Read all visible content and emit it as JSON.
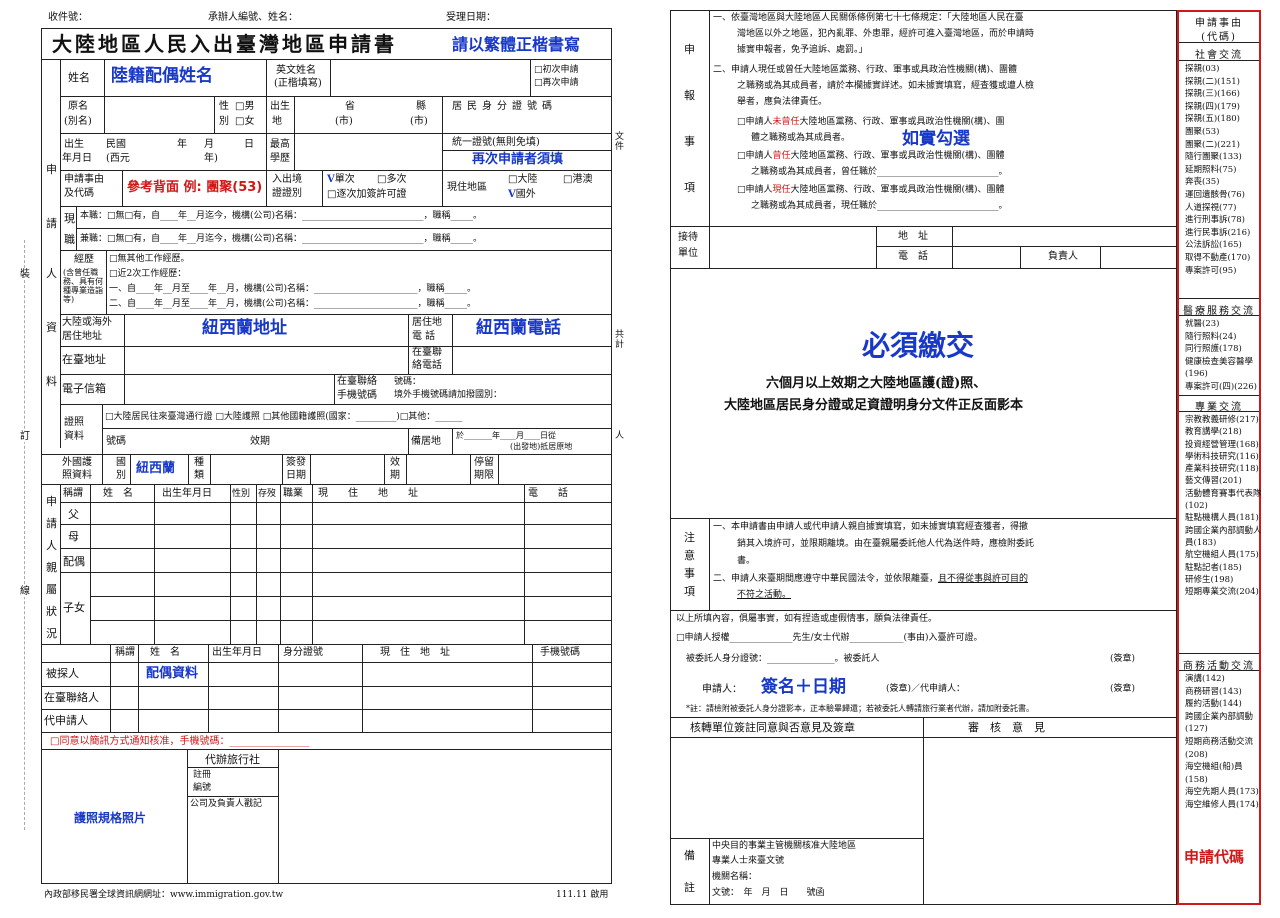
{
  "left": {
    "top_labels": [
      "收件號：",
      "承辦人編號、姓名：",
      "受理日期："
    ],
    "title": "大陸地區人民入出臺灣地區申請書",
    "title_note": "請以繁體正楷書寫",
    "name_label": "姓名",
    "name_fill": "陸籍配偶姓名",
    "en_name_label": "英文姓名",
    "en_name_sub": "(正楷填寫)",
    "first_apply": "□初次申請",
    "re_apply": "□再次申請",
    "orig_name": "原名",
    "alias": "(別名)",
    "gender1": "性",
    "gender2": "別",
    "male": "□男",
    "female": "□女",
    "birthplace1": "出生",
    "birthplace2": "地",
    "province": "省",
    "county": "縣",
    "city1": "(市)",
    "city2": "(市)",
    "id_no": "居民身分證號碼",
    "dob1": "出生",
    "dob2": "年月日",
    "roc": "民國",
    "western": "(西元",
    "year": "年",
    "month": "月",
    "day": "日",
    "year2": "年)",
    "edu1": "最高",
    "edu2": "學歷",
    "ubn": "統一證號(無則免填)",
    "ubn_note": "再次申請者須填",
    "reason1": "申請事由",
    "reason2": "及代碼",
    "reason_fill": "參考背面 例: 團聚(53)",
    "permit1": "入出境",
    "permit2": "證證別",
    "single": "單次",
    "multi": "□多次",
    "addperm": "□逐次加簽許可證",
    "residence": "現住地區",
    "mainland": "大陸",
    "hkmo": "□港澳",
    "abroad": "國外",
    "side_chars": [
      "申",
      "請",
      "人",
      "資",
      "料"
    ],
    "job1": "現",
    "job2": "職",
    "job_row1": "本職：□無□有，自____年__月迄今，機構(公司)名稱：___________________________，職稱_____。",
    "job_row2": "兼職：□無□有，自____年__月迄今，機構(公司)名稱：___________________________，職稱_____。",
    "exp_head": "經歷",
    "exp_sub": "(含曾任職\n務、具有何\n種專業造詣\n等)",
    "exp_none": "□無其他工作經歷。",
    "exp_recent": "□近2次工作經歷：",
    "exp_row1": "一、自____年__月至____年__月，機構(公司)名稱：_______________________，職稱_____。",
    "exp_row2": "二、自____年__月至____年__月，機構(公司)名稱：_______________________，職稱_____。",
    "addr_abroad1": "大陸或海外",
    "addr_abroad2": "居住地址",
    "addr_fill": "紐西蘭地址",
    "phone_label1": "居住地",
    "phone_label2": "電  話",
    "phone_fill": "紐西蘭電話",
    "tw_addr": "在臺地址",
    "tw_phone1": "在臺聯",
    "tw_phone2": "絡電話",
    "email": "電子信箱",
    "tw_mobile1": "在臺聯絡",
    "tw_mobile2": "手機號碼",
    "mobile_no": "號碼：",
    "mobile_note": "境外手機號碼請加撥國別：",
    "cert1": "證照",
    "cert2": "資料",
    "cert_types": "□大陸居民往來臺灣通行證  □大陸護照  □其他國籍護照(國家：_________)□其他：______",
    "cert_no": "號碼",
    "valid": "效期",
    "prep_place": "備居地",
    "from_text": "於_______年____月____日從",
    "depart_text": "(出發地)抵居原地",
    "foreign_passport1": "外國護",
    "foreign_passport2": "照資料",
    "country1": "國",
    "country2": "別",
    "country_fill": "紐西蘭",
    "kind1": "種",
    "kind2": "類",
    "issue1": "簽發",
    "issue2": "日期",
    "valid1": "效",
    "valid2": "期",
    "stay1": "停留",
    "stay2": "期限",
    "family_side": [
      "申",
      "請",
      "人",
      "親",
      "屬",
      "狀",
      "況"
    ],
    "family_cols": [
      "稱謂",
      "姓　名",
      "出生年月日",
      "性別",
      "存歿",
      "職業",
      "現　　住　　地　　址",
      "電　　話"
    ],
    "rel_father": "父",
    "rel_mother": "母",
    "rel_spouse": "配偶",
    "rel_child": "子女",
    "sponsor_cols": [
      "稱謂",
      "姓　名",
      "出生年月日",
      "身分證號",
      "現　住　地　址",
      "手機號碼"
    ],
    "sponsor": "被探人",
    "sponsor_fill": "配偶資料",
    "tw_contact": "在臺聯絡人",
    "agent": "代申請人",
    "sms": "□同意以簡訊方式通知核准，手機號碼：________________",
    "agency": "代辦旅行社",
    "reg1": "註冊",
    "reg2": "編號",
    "seal": "公司及負責人戳記",
    "photo": "護照規格照片",
    "footer_left": "內政部移民署全球資訊網網址：www.immigration.gov.tw",
    "footer_right": "111.11 啟用",
    "margin_text": [
      "裝",
      "訂",
      "線"
    ]
  },
  "right": {
    "decl_side": [
      "申",
      "報",
      "事",
      "項"
    ],
    "decl_1": "一、依臺灣地區與大陸地區人民關係條例第七十七條規定：「大陸地區人民在臺",
    "decl_1b": "灣地區以外之地區，犯內亂罪、外患罪，經許可進入臺灣地區，而於申請時",
    "decl_1c": "據實申報者，免予追訴、處罰。」",
    "decl_2": "二、申請人現任或曾任大陸地區黨務、行政、軍事或具政治性機關(構)、團體",
    "decl_2b": "之職務或為其成員者，請於本欄據實詳述。如未據實填寫，經查獲或遭人檢",
    "decl_2c": "舉者，應負法律責任。",
    "chk1a": "□申請人",
    "chk1red": "未曾任",
    "chk1b": "大陸地區黨務、行政、軍事或具政治性機關(構)、團",
    "chk1c": "體之職務或為其成員者。",
    "tick_note": "如實勾選",
    "chk2a": "□申請人",
    "chk2red": "曾任",
    "chk2b": "大陸地區黨務、行政、軍事或具政治性機關(構)、團體",
    "chk2c": "之職務或為其成員者，曾任職於___________________________。",
    "chk3a": "□申請人",
    "chk3red": "現任",
    "chk3b": "大陸地區黨務、行政、軍事或具政治性機關(構)、團體",
    "chk3c": "之職務或為其成員者，現任職於___________________________。",
    "recv1": "接待",
    "recv2": "單位",
    "addr": "地　址",
    "tel": "電　話",
    "resp": "負責人",
    "must": "必須繳交",
    "must_sub1": "六個月以上效期之大陸地區護(證)照、",
    "must_sub2": "大陸地區居民身分證或足資證明身分文件正反面影本",
    "note_side": [
      "注",
      "意",
      "事",
      "項"
    ],
    "note1": "一、本申請書由申請人或代申請人親自據實填寫，如未據實填寫經查獲者，得撤",
    "note1b": "銷其入境許可，並限期離境。由在臺親屬委託他人代為送件時，應檢附委託",
    "note1c": "書。",
    "note2": "二、申請人來臺期間應遵守中華民國法令，並依限離臺，",
    "note2u": "且不得從事與許可目的",
    "note2v": "不符之活動。",
    "oath": "以上所填內容，俱屬事實，如有捏造或虛假情事，願負法律責任。",
    "auth": "□申請人授權______________先生/女士代辦____________(事由)入臺許可證。",
    "auth2": "被委託人身分證號：_______________。被委託人",
    "seal1": "(簽章)",
    "sign_label": "申請人：",
    "sign_fill": "簽名＋日期",
    "sign_mid": "(簽章)／代申請人：",
    "seal2": "(簽章)",
    "footnote": "*註：請檢附被委託人身分證影本，正本驗畢歸還；若被委託人轉請旅行業者代辦，請加附委託書。",
    "endorse": "核轉單位簽註同意與否意見及簽章",
    "review": "審　核　意　見",
    "remark_side": [
      "備",
      "註"
    ],
    "remark1": "中央目的事業主管機關核准大陸地區",
    "remark2": "專業人士來臺文號",
    "remark3": "機關名稱：",
    "remark4": "文號：　年　月　日　　號函"
  },
  "codes": {
    "head1": "申請事由",
    "head2": "(代碼)",
    "social": "社會交流",
    "social_items": [
      "探親(03)",
      "探親(二)(151)",
      "探親(三)(166)",
      "探親(四)(179)",
      "探親(五)(180)",
      "團聚(53)",
      "團聚(二)(221)",
      "隨行團聚(133)",
      "延期照料(75)",
      "奔喪(35)",
      "運回遺骸骨(76)",
      "人道探視(77)",
      "進行刑事訴(78)",
      "進行民事訴(216)",
      "公法訴訟(165)",
      "取得不動產(170)",
      "專案許可(95)"
    ],
    "medical": "醫療服務交流",
    "medical_items": [
      "就醫(23)",
      "隨行照料(24)",
      "同行照護(178)",
      "健康檢查美容醫學(196)",
      "專案許可(四)(226)"
    ],
    "pro": "專業交流",
    "pro_items": [
      "宗教教義研修(217)",
      "教育講學(218)",
      "投資經營管理(168)",
      "學術科技研究(116)",
      "產業科技研究(118)",
      "藝文傳習(201)",
      "活動體育賽事代表隊(102)",
      "駐點機構人員(181)",
      "跨國企業內部調動人員(183)",
      "航空機組人員(175)",
      "駐點記者(185)",
      "研修生(198)",
      "短期專業交流(204)"
    ],
    "biz": "商務活動交流",
    "biz_items": [
      "演講(142)",
      "商務研習(143)",
      "履約活動(144)",
      "跨國企業內部調動(127)",
      "短期商務活動交流(208)",
      "海空機組(船)員(158)",
      "海空先期人員(173)",
      "海空維修人員(174)"
    ],
    "footer": "申請代碼"
  }
}
